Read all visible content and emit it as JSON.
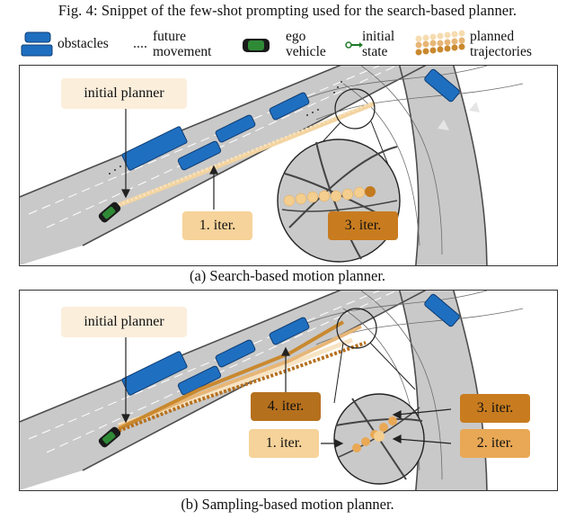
{
  "figure_caption": "Fig. 4: Snippet of the few-shot prompting used for the search-based planner.",
  "legend": {
    "obstacles": "obstacles",
    "future_movement_line1": "future",
    "future_movement_line2": "movement",
    "ego_line1": "ego",
    "ego_line2": "vehicle",
    "initial_line1": "initial",
    "initial_line2": "state",
    "planned_line1": "planned",
    "planned_line2": "trajectories"
  },
  "panel_a": {
    "initial_planner": "initial planner",
    "iter1": "1. iter.",
    "iter3": "3. iter.",
    "caption": "(a) Search-based motion planner."
  },
  "panel_b": {
    "initial_planner": "initial planner",
    "iter1": "1. iter.",
    "iter2": "2. iter.",
    "iter3": "3. iter.",
    "iter4": "4. iter.",
    "caption": "(b) Sampling-based motion planner."
  },
  "colors": {
    "road": "#c8c8c8",
    "road_edge": "#555555",
    "obstacle": "#1f6fc0",
    "ego": "#1f7a2a",
    "iter_initial": "#fbeedb",
    "iter1": "#f6d39a",
    "iter2": "#e9a855",
    "iter3": "#c87c1f",
    "iter4": "#b5701e"
  }
}
